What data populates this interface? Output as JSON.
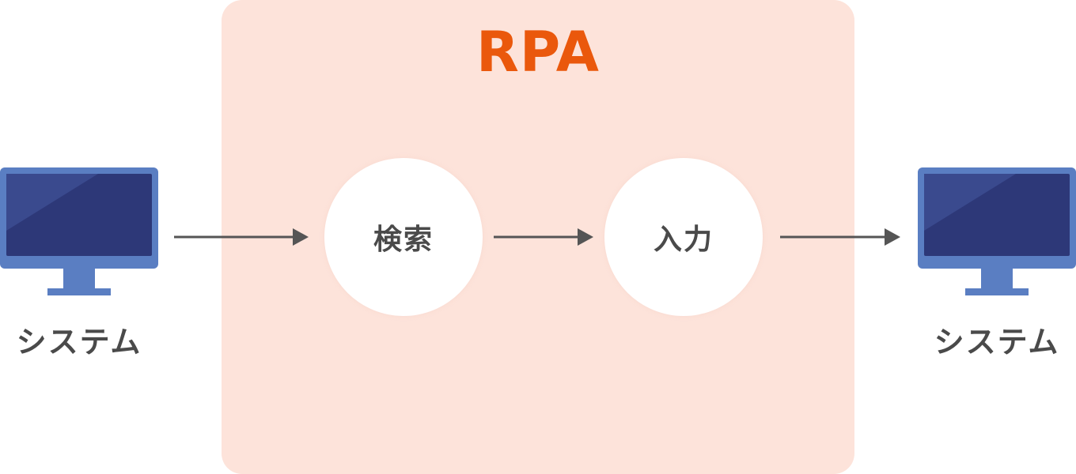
{
  "diagram": {
    "title": "RPA",
    "steps": [
      {
        "label": "検索"
      },
      {
        "label": "入力"
      }
    ],
    "systems": {
      "source": {
        "label": "システム",
        "icon": "monitor-icon"
      },
      "target": {
        "label": "システム",
        "icon": "monitor-icon"
      }
    },
    "colors": {
      "panel": "#fde3da",
      "accent": "#ea580c",
      "monitor_screen": "#2d3878",
      "monitor_frame": "#5a7ec2",
      "arrow": "#555555",
      "text": "#4a4a4a"
    }
  }
}
